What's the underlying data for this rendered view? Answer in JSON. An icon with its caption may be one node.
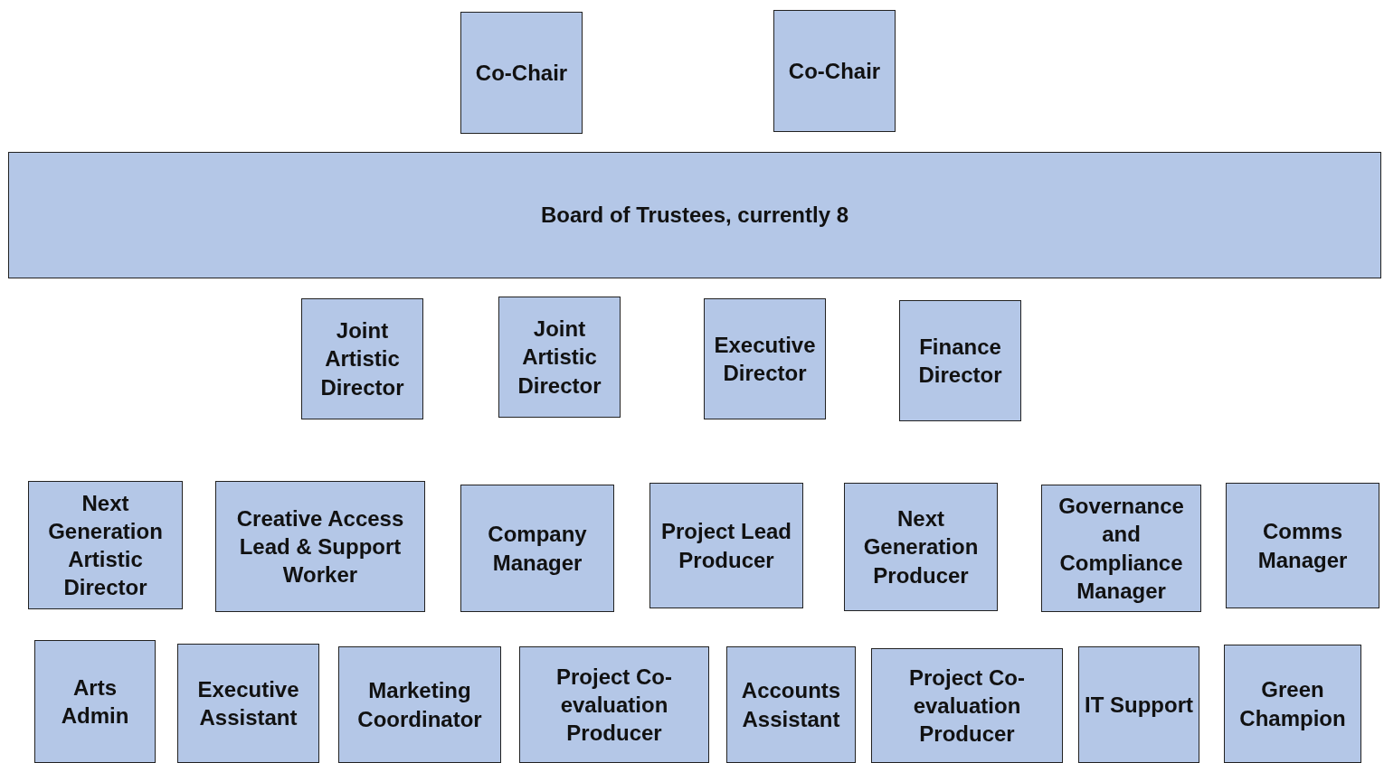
{
  "diagram": {
    "nodes": [
      {
        "text": [
          "Co-Chair"
        ]
      },
      {
        "text": [
          "Co-Chair"
        ]
      },
      {
        "text": [
          "Board of Trustees, currently 8"
        ]
      },
      {
        "text": [
          "Joint Artistic Director"
        ]
      },
      {
        "text": [
          "Joint Artistic Director"
        ]
      },
      {
        "text": [
          "Executive Director"
        ]
      },
      {
        "text": [
          "Finance Director"
        ]
      },
      {
        "text": [
          "Next Generation Artistic Director"
        ]
      },
      {
        "text": [
          "Creative Access Lead & Support Worker"
        ]
      },
      {
        "text": [
          "Company Manager"
        ]
      },
      {
        "text": [
          "Project Lead Producer"
        ]
      },
      {
        "text": [
          "Next Generation Producer"
        ]
      },
      {
        "text": [
          "Governance and Compliance Manager"
        ]
      },
      {
        "text": [
          "Comms Manager"
        ]
      },
      {
        "text": [
          "Arts Admin"
        ]
      },
      {
        "text": [
          "Executive Assistant"
        ]
      },
      {
        "text": [
          "Marketing Coordinator"
        ]
      },
      {
        "text": [
          "Project Co-evaluation Producer"
        ]
      },
      {
        "text": [
          "Accounts Assistant"
        ]
      },
      {
        "text": [
          "Project Co-evaluation Producer"
        ]
      },
      {
        "text": [
          "IT Support"
        ]
      },
      {
        "text": [
          "Green Champion"
        ]
      }
    ]
  }
}
